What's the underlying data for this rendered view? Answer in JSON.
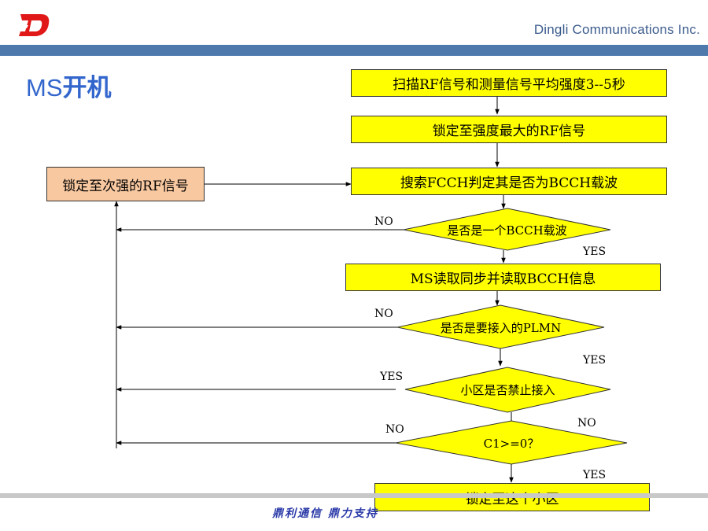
{
  "header": {
    "company": "Dingli Communications Inc."
  },
  "title": {
    "latin": "MS",
    "cjk": "开机"
  },
  "footer": {
    "slogan": "鼎利通信  鼎力支持"
  },
  "flow": {
    "step_scan": "扫描RF信号和测量信号平均强度3--5秒",
    "step_lock_strongest": "锁定至强度最大的RF信号",
    "step_search_fcch": "搜索FCCH判定其是否为BCCH载波",
    "decision_is_bcch": "是否是一个BCCH载波",
    "step_read_sync": "MS读取同步并读取BCCH信息",
    "decision_plmn": "是否是要接入的PLMN",
    "decision_barred": "小区是否禁止接入",
    "decision_c1": "C1>=0？",
    "step_lock_cell": "锁定至这个小区",
    "side_lock_next": "锁定至次强的RF信号"
  },
  "labels": {
    "no_1": "NO",
    "yes_1": "YES",
    "no_2": "NO",
    "yes_2": "YES",
    "yes_3": "YES",
    "no_3": "NO",
    "no_4": "NO",
    "yes_4": "YES"
  },
  "colors": {
    "box_fill": "#ffff00",
    "side_fill": "#f8c8a0",
    "header_bar": "#4d79ad",
    "title": "#3366cc",
    "logo": "#e01818"
  }
}
